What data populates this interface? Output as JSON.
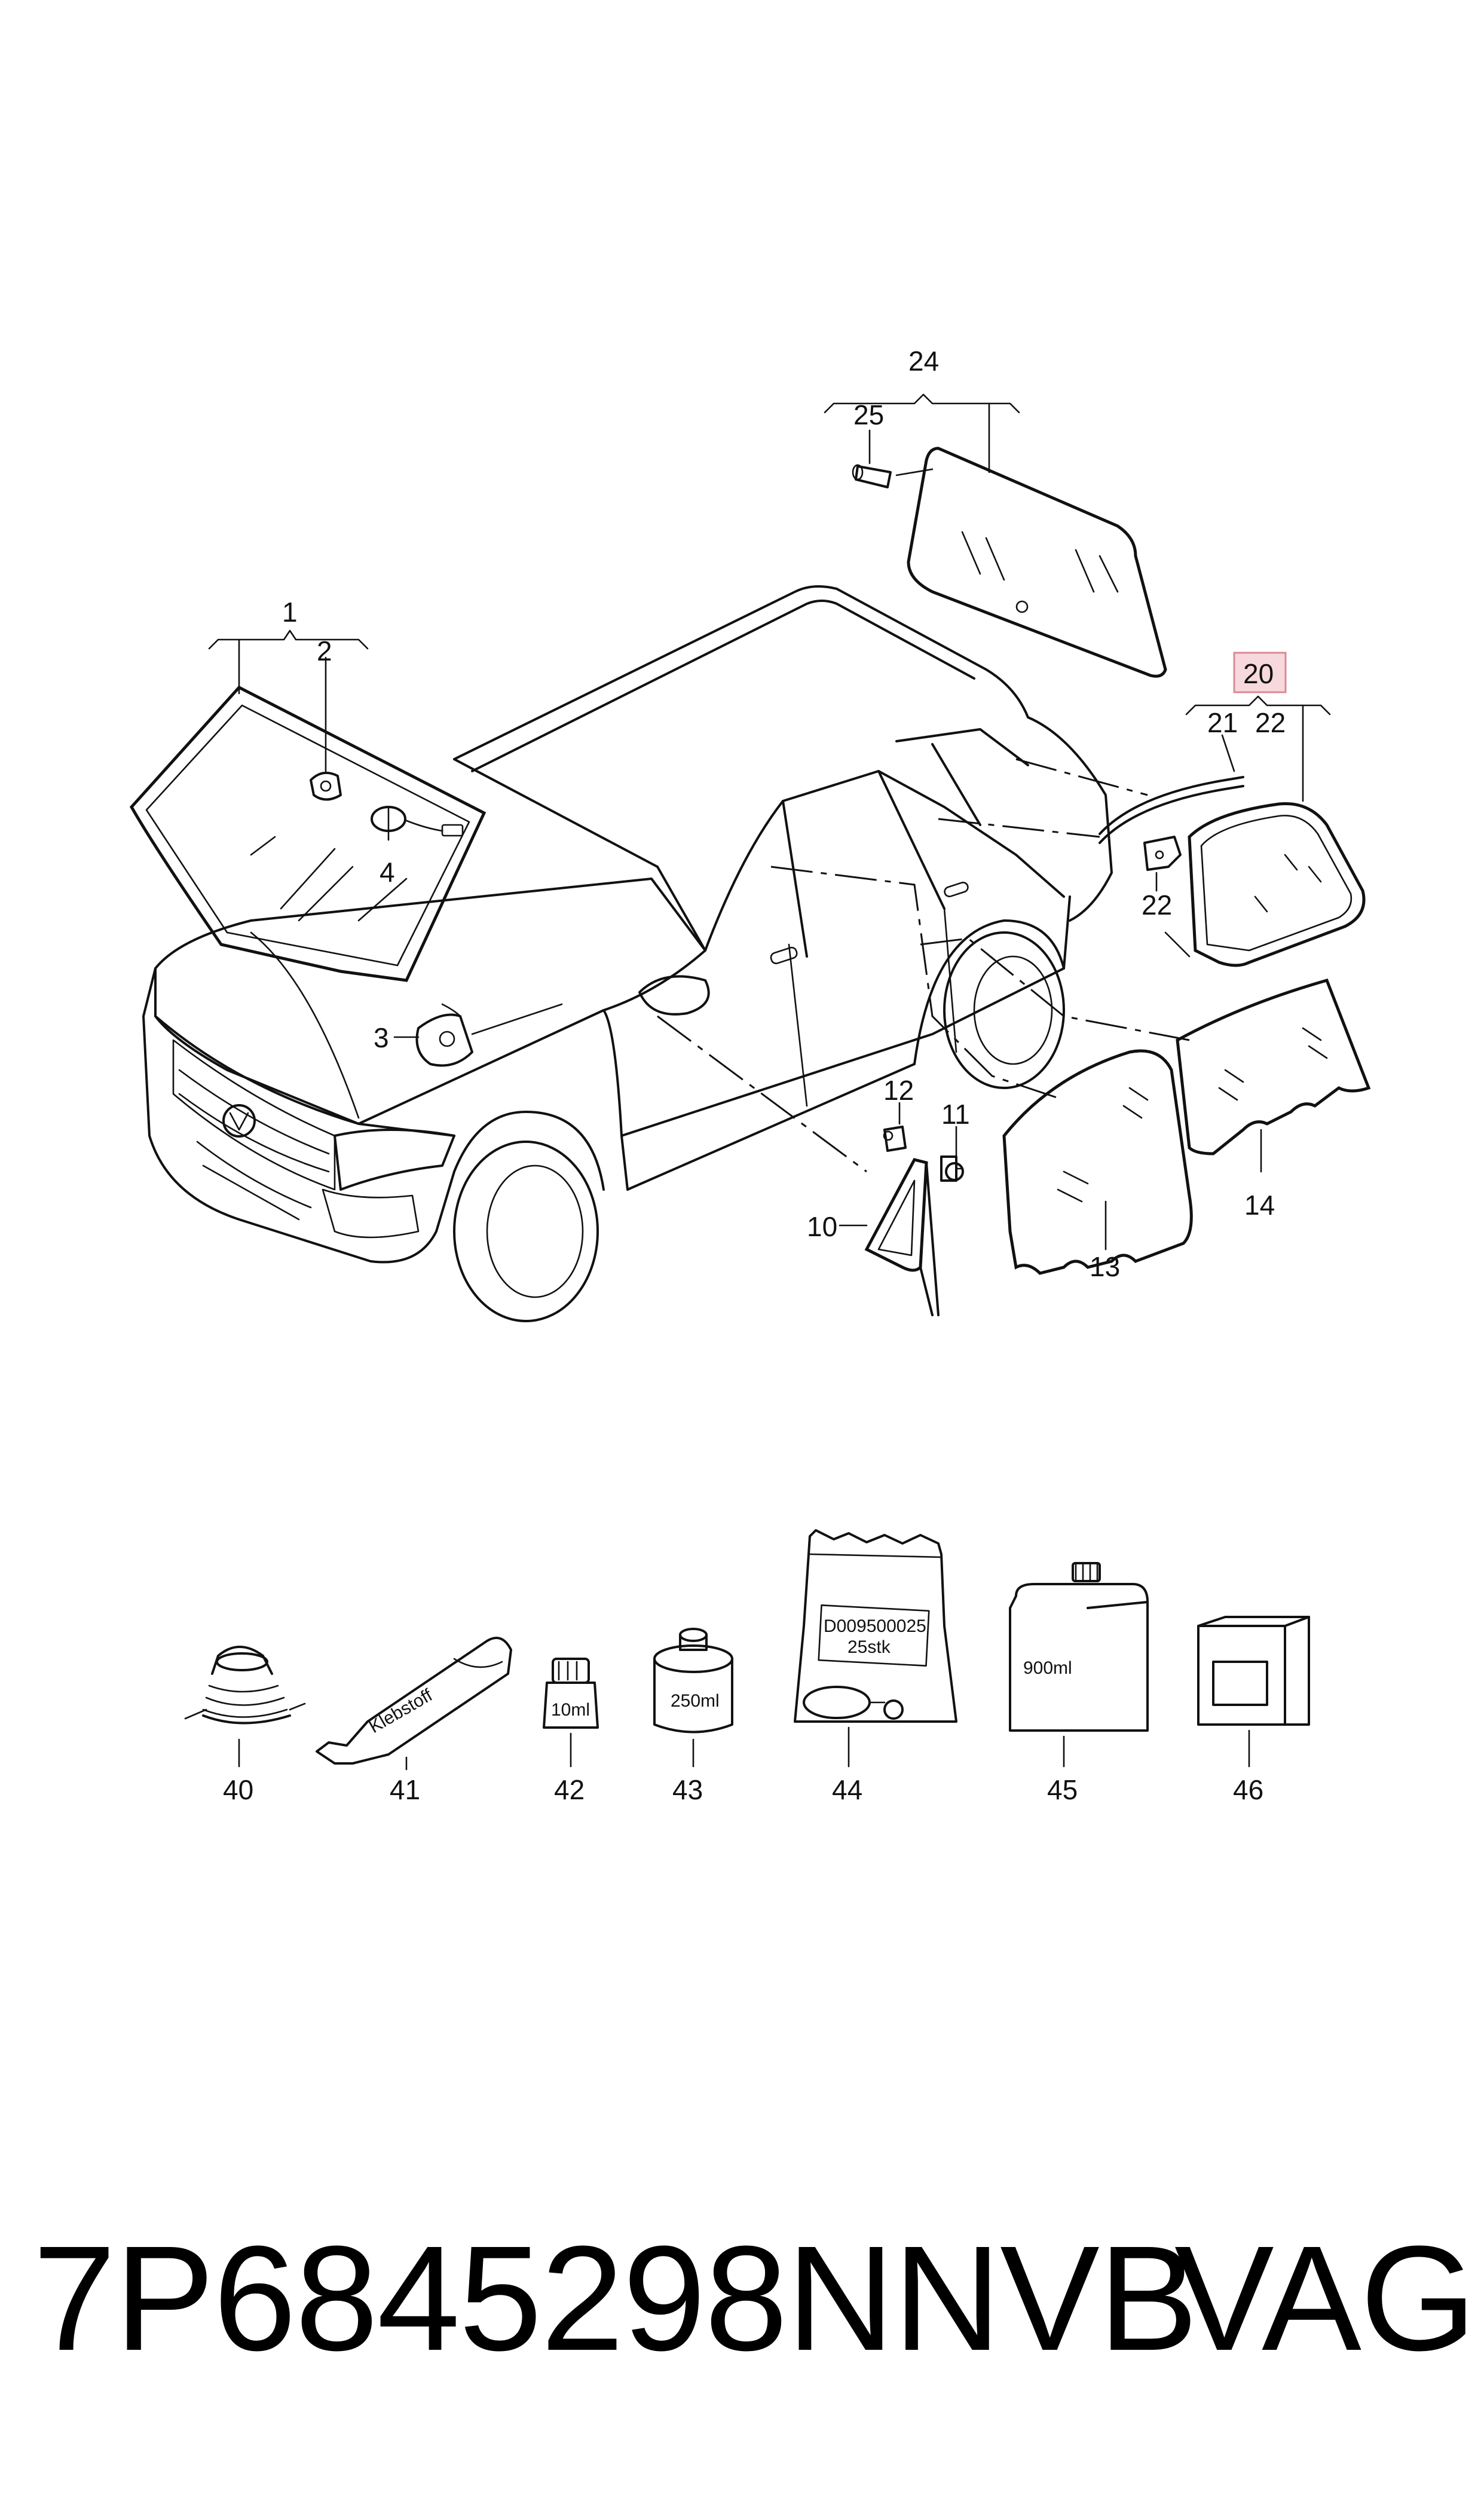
{
  "callouts": {
    "c1": "1",
    "c2": "2",
    "c3": "3",
    "c4": "4",
    "c10": "10",
    "c11": "11",
    "c12": "12",
    "c13": "13",
    "c14": "14",
    "c20": "20",
    "c21": "21",
    "c22a": "22",
    "c22b": "22",
    "c24": "24",
    "c25": "25",
    "c40": "40",
    "c41": "41",
    "c42": "42",
    "c43": "43",
    "c44": "44",
    "c45": "45",
    "c46": "46"
  },
  "consumables": {
    "tube_text": "Klebstoff",
    "bottle_small": "10ml",
    "can": "250ml",
    "bag_line1": "D009500025",
    "bag_line2": "25stk",
    "jerrycan": "900ml"
  },
  "highlight_color": "#f7d9dd",
  "footer": {
    "part_number": "7P6845298NNVB",
    "brand": "VAG"
  }
}
